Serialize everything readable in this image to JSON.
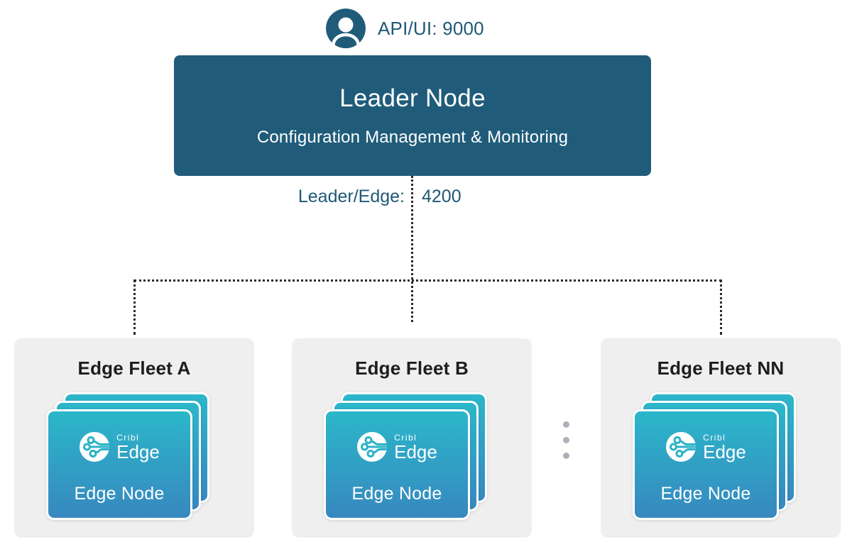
{
  "header": {
    "api_port_label": "API/UI: 9000"
  },
  "leader": {
    "title": "Leader Node",
    "subtitle": "Configuration Management & Monitoring"
  },
  "leader_edge_link": {
    "label": "Leader/Edge:",
    "port": "4200"
  },
  "fleets": [
    {
      "title": "Edge Fleet A",
      "card": {
        "logo_small": "Cribl",
        "logo_large": "Edge",
        "label": "Edge Node"
      }
    },
    {
      "title": "Edge Fleet B",
      "card": {
        "logo_small": "Cribl",
        "logo_large": "Edge",
        "label": "Edge Node"
      }
    },
    {
      "title": "Edge Fleet NN",
      "card": {
        "logo_small": "Cribl",
        "logo_large": "Edge",
        "label": "Edge Node"
      }
    }
  ],
  "colors": {
    "leader_box": "#205C7A",
    "teal_text": "#1F5876",
    "card_gradient_top": "#2BB7CA",
    "card_gradient_bottom": "#3788BF",
    "fleet_panel_bg": "#EFEFEF",
    "fleet_title_text": "#1D1D1D",
    "connector_dots": "#2B2B2B",
    "ellipsis_dots": "#A9B2BB"
  },
  "icons": {
    "user": "user-icon",
    "cribl_edge_logo": "cribl-edge-logo-icon",
    "more": "vertical-ellipsis-icon"
  }
}
